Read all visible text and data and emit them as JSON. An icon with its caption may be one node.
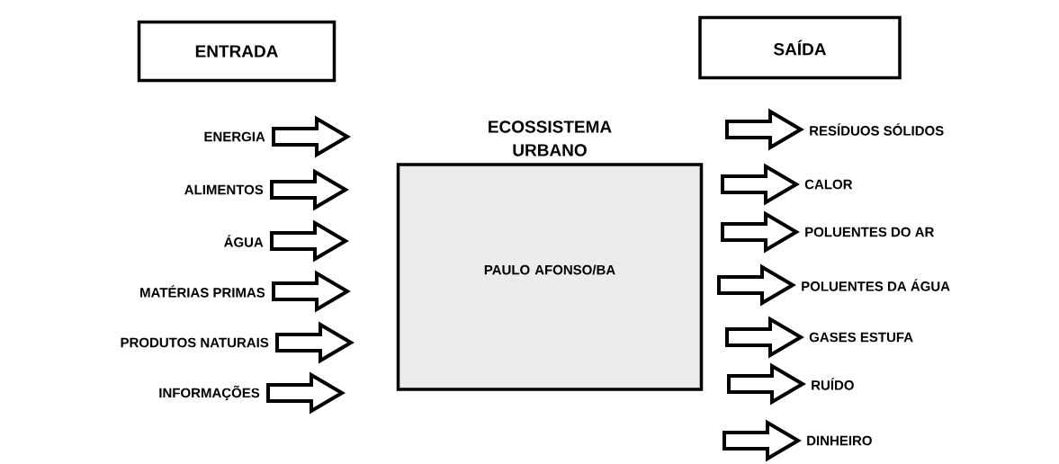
{
  "diagram": {
    "nodes": [
      {
        "text": [
          "ENTRADA"
        ]
      },
      {
        "text": [
          "SAÍDA"
        ]
      },
      {
        "text": [
          "ECOSSISTEMA URBANO",
          "PAULO AFONSO/BA"
        ]
      },
      {
        "text": [
          "ENERGIA"
        ]
      },
      {
        "text": [
          "ALIMENTOS"
        ]
      },
      {
        "text": [
          "ÁGUA"
        ]
      },
      {
        "text": [
          "MATÉRIAS PRIMAS"
        ]
      },
      {
        "text": [
          "PRODUTOS NATURAIS"
        ]
      },
      {
        "text": [
          "INFORMAÇÕES"
        ]
      },
      {
        "text": [
          "RESÍDUOS SÓLIDOS"
        ]
      },
      {
        "text": [
          "CALOR"
        ]
      },
      {
        "text": [
          "POLUENTES DO AR"
        ]
      },
      {
        "text": [
          "POLUENTES DA ÁGUA"
        ]
      },
      {
        "text": [
          "GASES ESTUFA"
        ]
      },
      {
        "text": [
          "RUÍDO"
        ]
      },
      {
        "text": [
          "DINHEIRO"
        ]
      }
    ],
    "edges": [
      {
        "from": 3,
        "to": null,
        "arrow": "to"
      },
      {
        "from": 4,
        "to": null,
        "arrow": "to"
      },
      {
        "from": 5,
        "to": null,
        "arrow": "to"
      },
      {
        "from": 6,
        "to": null,
        "arrow": "to"
      },
      {
        "from": 7,
        "to": null,
        "arrow": "to"
      },
      {
        "from": 8,
        "to": null,
        "arrow": "to"
      },
      {
        "from": null,
        "to": 9,
        "arrow": "to"
      },
      {
        "from": null,
        "to": 10,
        "arrow": "to"
      },
      {
        "from": null,
        "to": 11,
        "arrow": "to"
      },
      {
        "from": null,
        "to": 12,
        "arrow": "to"
      },
      {
        "from": null,
        "to": 13,
        "arrow": "to"
      },
      {
        "from": null,
        "to": 14,
        "arrow": "to"
      },
      {
        "from": null,
        "to": 15,
        "arrow": "to"
      }
    ]
  }
}
